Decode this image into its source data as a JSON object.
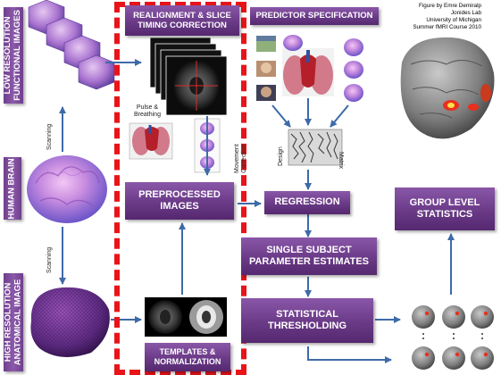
{
  "credit": {
    "line1": "Figure by Emre Demiralp",
    "line2": "Jonides Lab",
    "line3": "University of Michigan",
    "line4": "Summer fMRI Course 2010"
  },
  "left": {
    "low_res_line1": "LOW RESOLUTION",
    "low_res_line2": "FUNCTIONAL IMAGES",
    "human_brain": "HUMAN BRAIN",
    "high_res_line1": "HIGH RESOLUTION",
    "high_res_line2": "ANATOMICAL IMAGE",
    "scanning_top": "Scanning",
    "scanning_bottom": "Scanning"
  },
  "preprocessing": {
    "realign_line1": "REALIGNMENT &  SLICE",
    "realign_line2": "TIMING CORRECTION",
    "pulse_line1": "Pulse &",
    "pulse_line2": "Breathing",
    "movement_line1": "Movement",
    "movement_line2": "Correction",
    "preprocessed_line1": "PREPROCESSED",
    "preprocessed_line2": "IMAGES",
    "templates_line1": "TEMPLATES &",
    "templates_line2": "NORMALIZATION"
  },
  "analysis": {
    "predictor": "PREDICTOR SPECIFICATION",
    "design": "Design",
    "matrix": "Matrix",
    "regression": "REGRESSION",
    "single_line1": "SINGLE SUBJECT",
    "single_line2": "PARAMETER ESTIMATES",
    "stat_line1": "STATISTICAL",
    "stat_line2": "THRESHOLDING",
    "group_line1": "GROUP LEVEL",
    "group_line2": "STATISTICS"
  },
  "ellipsis": ":"
}
